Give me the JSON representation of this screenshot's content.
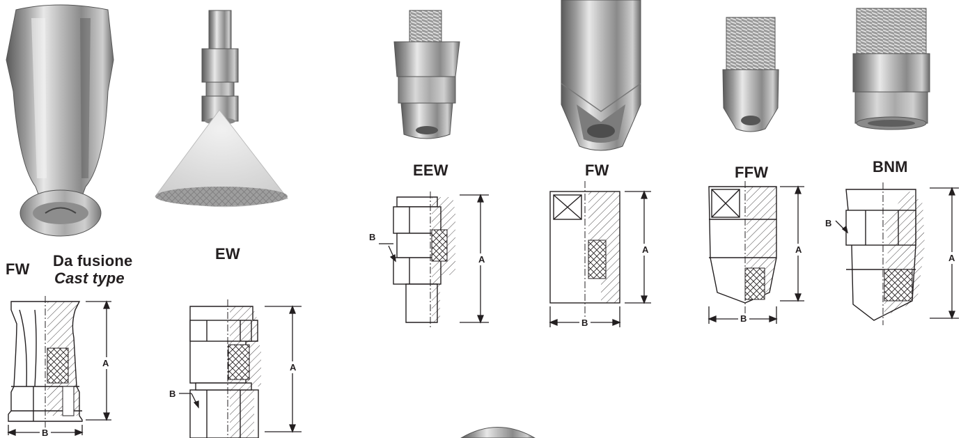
{
  "labels": {
    "fw_cast": "FW",
    "cast_it": "Da fusione",
    "cast_en": "Cast type",
    "ew": "EW",
    "eew": "EEW",
    "fw": "FW",
    "ffw": "FFW",
    "bnm": "BNM"
  },
  "dims": {
    "a": "A",
    "b": "B"
  },
  "colors": {
    "ink": "#231f20",
    "metal_dark": "#6e6e6e",
    "metal_light": "#d9d9d9",
    "background": "#ffffff"
  }
}
